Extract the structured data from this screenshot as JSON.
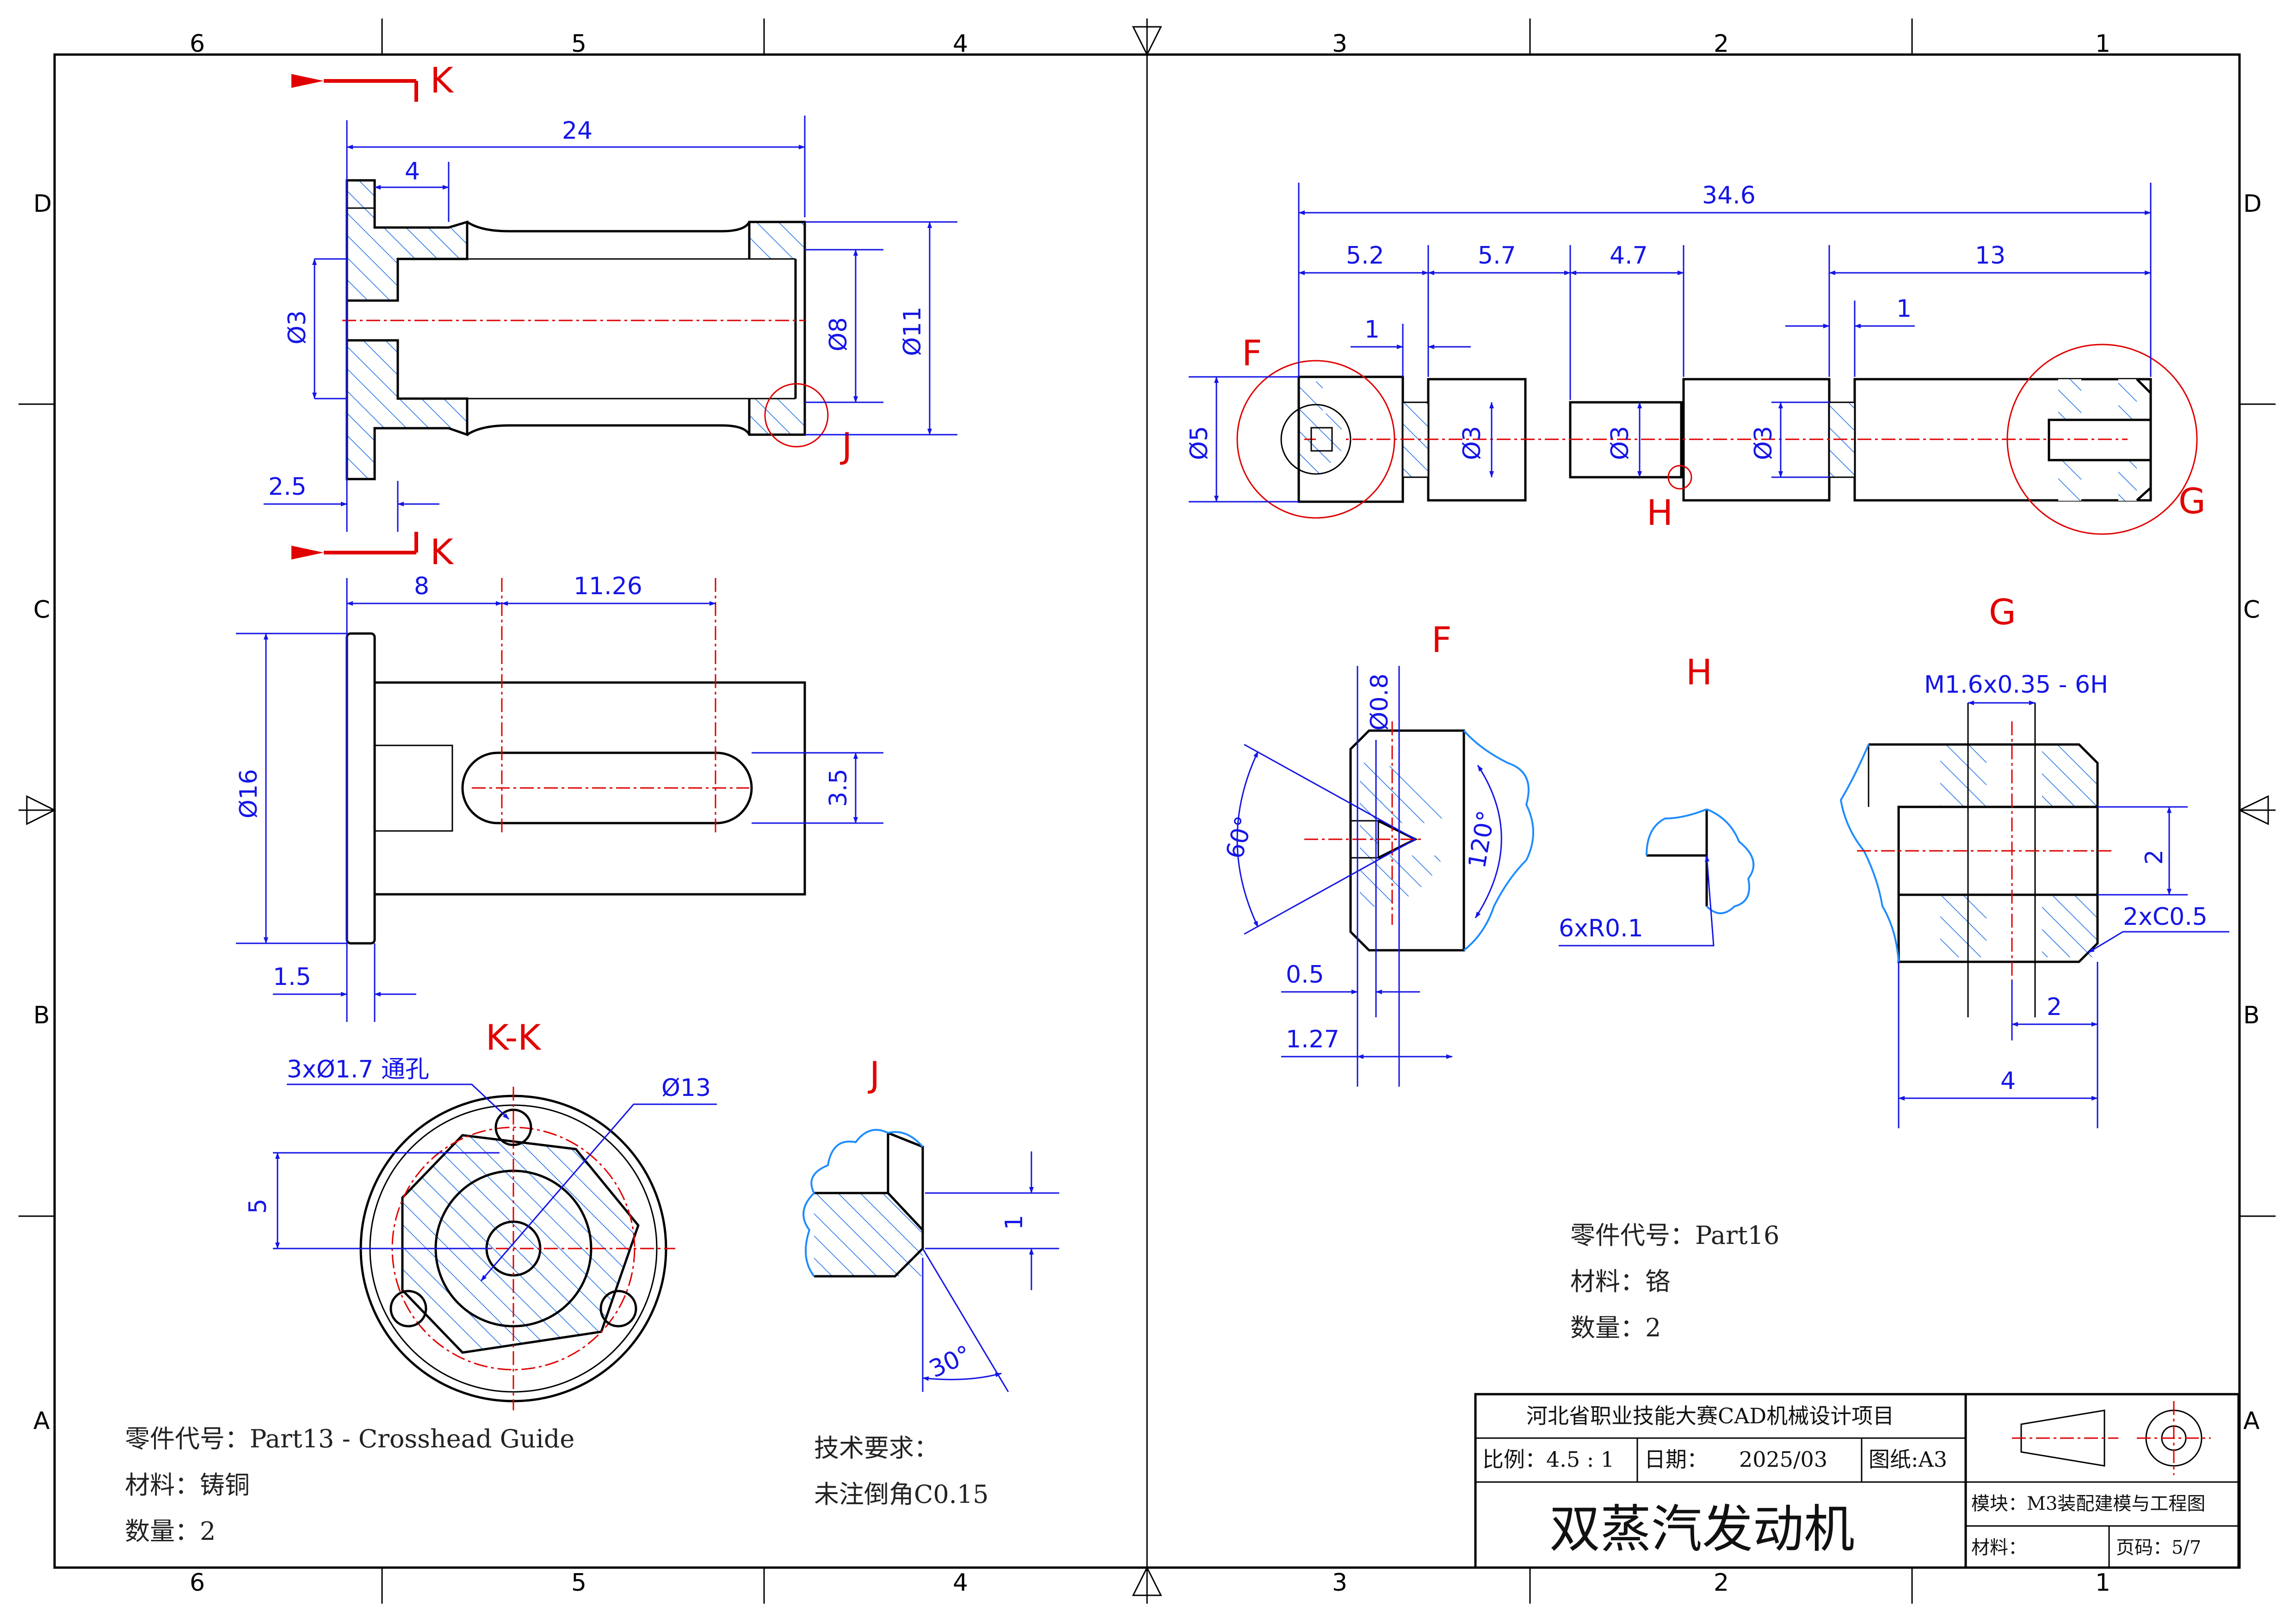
{
  "border": {
    "columns_top": [
      "6",
      "5",
      "4",
      "3",
      "2",
      "1"
    ],
    "columns_bottom": [
      "6",
      "5",
      "4",
      "3",
      "2",
      "1"
    ],
    "rows_left": [
      "D",
      "C",
      "B",
      "A"
    ],
    "rows_right": [
      "D",
      "C",
      "B",
      "A"
    ]
  },
  "left_part": {
    "section_marker": "K",
    "section_title": "K-K",
    "detail_j_label": "J",
    "dims": {
      "length_24": "24",
      "flange_4": "4",
      "dia_3": "Ø3",
      "dia_8": "Ø8",
      "dia_11": "Ø11",
      "w_2_5": "2.5",
      "len_8": "8",
      "len_11_26": "11.26",
      "dia_16": "Ø16",
      "slot_3_5": "3.5",
      "w_1_5": "1.5",
      "holes": "3xØ1.7 通孔",
      "dia_13": "Ø13",
      "v_5": "5",
      "j_1": "1",
      "j_30": "30°"
    },
    "notes": {
      "part_code": "零件代号：Part13 -  Crosshead Guide",
      "material": "材料：铸铜",
      "quantity": "数量：2"
    },
    "tech": {
      "title": "技术要求：",
      "line1": "未注倒角C0.15"
    }
  },
  "right_part": {
    "labels": {
      "F": "F",
      "G": "G",
      "H": "H"
    },
    "dims": {
      "total_34_6": "34.6",
      "d_5_2": "5.2",
      "d_5_7": "5.7",
      "d_4_7": "4.7",
      "d_13": "13",
      "d_1a": "1",
      "d_1b": "1",
      "dia_5": "Ø5",
      "dia_3a": "Ø3",
      "dia_3b": "Ø3",
      "dia_3c": "Ø3",
      "f_dia_0_8": "Ø0.8",
      "f_60": "60°",
      "f_120": "120°",
      "f_0_5": "0.5",
      "f_1_27": "1.27",
      "h_radius": "6xR0.1",
      "g_thread": "M1.6x0.35 - 6H",
      "g_2v": "2",
      "g_chamfer": "2xC0.5",
      "g_2h": "2",
      "g_4": "4"
    },
    "notes": {
      "part_code": "零件代号：Part16",
      "material": "材料：铬",
      "quantity": "数量：2"
    }
  },
  "title_block": {
    "project": "河北省职业技能大赛CAD机械设计项目",
    "scale": "比例：4.5 : 1",
    "date_label": "日期：",
    "date_value": "2025/03",
    "sheet_size": "图纸:A3",
    "drawing_name": "双蒸汽发动机",
    "module": "模块：M3装配建模与工程图",
    "material_label": "材料：",
    "page": "页码：5/7"
  },
  "colors": {
    "outline": "#000000",
    "dimension": "#1515e6",
    "centerline": "#e00000",
    "break_line": "#1e8cff"
  }
}
